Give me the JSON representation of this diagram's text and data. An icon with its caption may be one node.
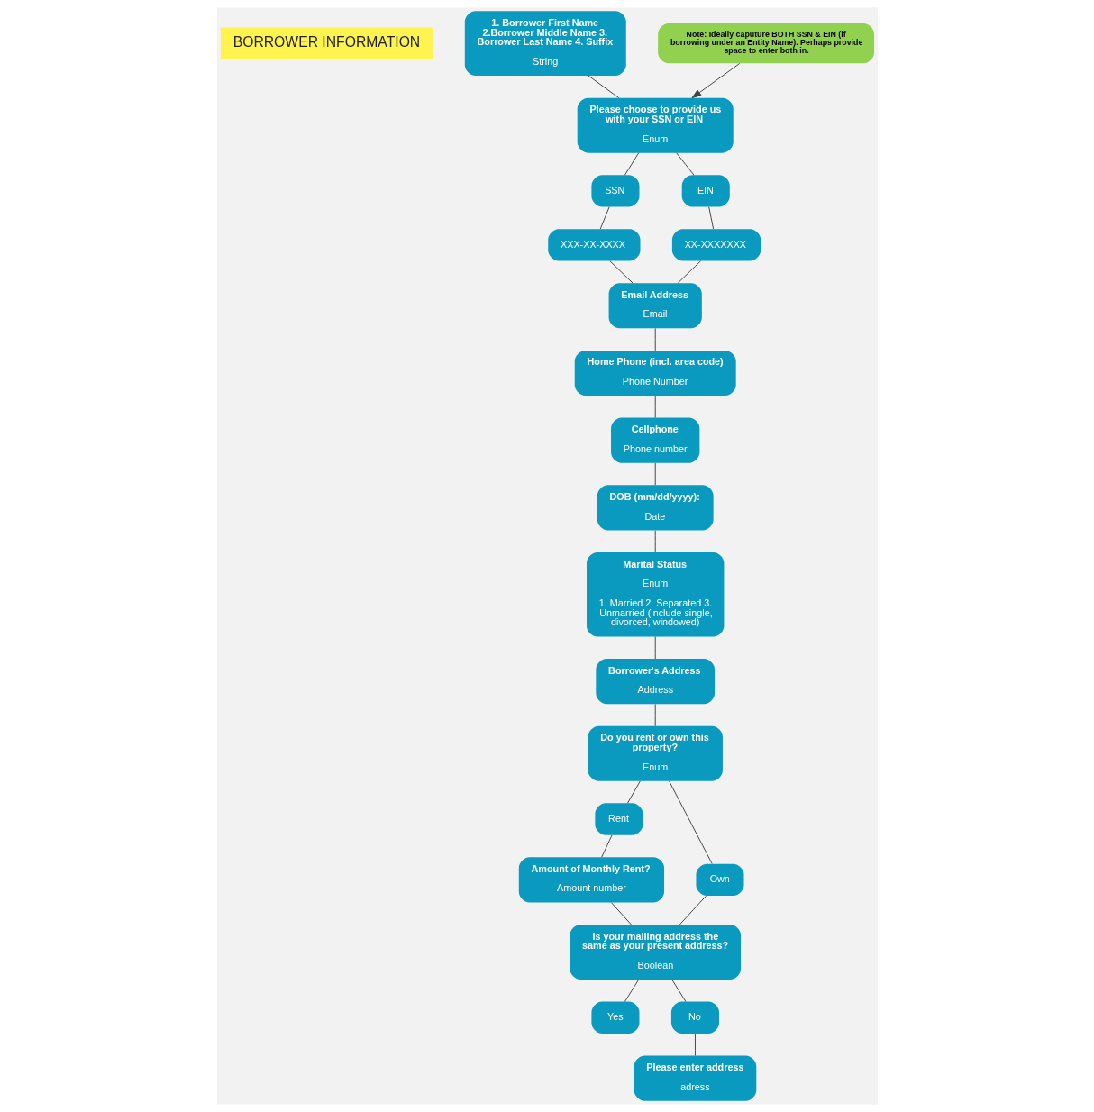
{
  "diagram": {
    "nodes": [
      {
        "text": [
          "BORROWER INFORMATION"
        ]
      },
      {
        "text": [
          "1. Borrower First Name 2.Borrower Middle Name 3. Borrower Last Name 4. Suffix",
          "String"
        ]
      },
      {
        "text": [
          "Note: Ideally caputure BOTH SSN & EIN (if borrowing under an Entity Name). Perhaps provide space to enter both in."
        ]
      },
      {
        "text": [
          "Please choose to provide us with your SSN or EIN",
          "Enum"
        ]
      },
      {
        "text": [
          "SSN"
        ]
      },
      {
        "text": [
          "EIN"
        ]
      },
      {
        "text": [
          "XXX-XX-XXXX"
        ]
      },
      {
        "text": [
          "XX-XXXXXXX"
        ]
      },
      {
        "text": [
          "Email Address",
          "Email"
        ]
      },
      {
        "text": [
          "Home Phone (incl. area code)",
          "Phone Number"
        ]
      },
      {
        "text": [
          "Cellphone",
          "Phone number"
        ]
      },
      {
        "text": [
          "DOB (mm/dd/yyyy):",
          "Date"
        ]
      },
      {
        "text": [
          "Marital Status",
          "Enum",
          "1. Married 2. Separated 3. Unmarried (include single, divorced, windowed)"
        ]
      },
      {
        "text": [
          "Borrower's Address",
          "Address"
        ]
      },
      {
        "text": [
          "Do you rent or own this property?",
          "Enum"
        ]
      },
      {
        "text": [
          "Rent"
        ]
      },
      {
        "text": [
          "Own"
        ]
      },
      {
        "text": [
          "Amount of Monthly Rent?",
          "Amount number"
        ]
      },
      {
        "text": [
          "Is your mailing address the same as your present address?",
          "Boolean"
        ]
      },
      {
        "text": [
          "Yes"
        ]
      },
      {
        "text": [
          "No"
        ]
      },
      {
        "text": [
          "Please enter address",
          "adress"
        ]
      }
    ],
    "edges": [
      {
        "from": 1,
        "to": 3,
        "arrow": "none"
      },
      {
        "from": 2,
        "to": 3,
        "arrow": "to"
      },
      {
        "from": 3,
        "to": 4,
        "arrow": "none"
      },
      {
        "from": 3,
        "to": 5,
        "arrow": "none"
      },
      {
        "from": 4,
        "to": 6,
        "arrow": "none"
      },
      {
        "from": 5,
        "to": 7,
        "arrow": "none"
      },
      {
        "from": 6,
        "to": 8,
        "arrow": "none"
      },
      {
        "from": 7,
        "to": 8,
        "arrow": "none"
      },
      {
        "from": 8,
        "to": 9,
        "arrow": "none"
      },
      {
        "from": 9,
        "to": 10,
        "arrow": "none"
      },
      {
        "from": 10,
        "to": 11,
        "arrow": "none"
      },
      {
        "from": 11,
        "to": 12,
        "arrow": "none"
      },
      {
        "from": 12,
        "to": 13,
        "arrow": "none"
      },
      {
        "from": 13,
        "to": 14,
        "arrow": "none"
      },
      {
        "from": 14,
        "to": 15,
        "arrow": "none"
      },
      {
        "from": 14,
        "to": 16,
        "arrow": "none"
      },
      {
        "from": 15,
        "to": 17,
        "arrow": "none"
      },
      {
        "from": 17,
        "to": 18,
        "arrow": "none"
      },
      {
        "from": 16,
        "to": 18,
        "arrow": "none"
      },
      {
        "from": 18,
        "to": 19,
        "arrow": "none"
      },
      {
        "from": 18,
        "to": 20,
        "arrow": "none"
      },
      {
        "from": 20,
        "to": 21,
        "arrow": "none"
      }
    ]
  }
}
